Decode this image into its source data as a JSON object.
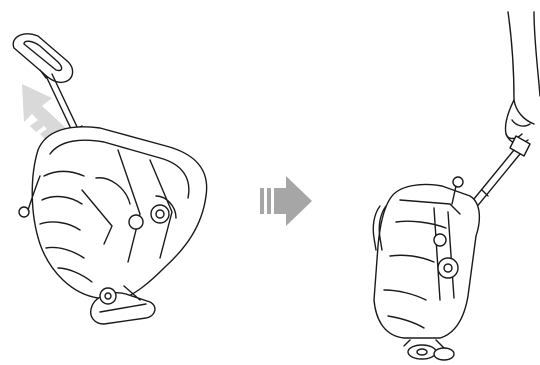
{
  "diagram": {
    "panels": [
      {
        "id": "step-1",
        "subject": "folded-stroller-handle-extended"
      },
      {
        "id": "step-2",
        "subject": "folded-stroller-pulled-by-hand"
      }
    ],
    "arrows": [
      {
        "id": "lift-arrow",
        "color": "#d9d9d9"
      },
      {
        "id": "next-step-arrow",
        "color": "#a6a6a6"
      }
    ],
    "colors": {
      "line": "#1a1a1a",
      "background": "#ffffff",
      "arrow_light": "#d9d9d9",
      "arrow_mid": "#a6a6a6"
    }
  }
}
